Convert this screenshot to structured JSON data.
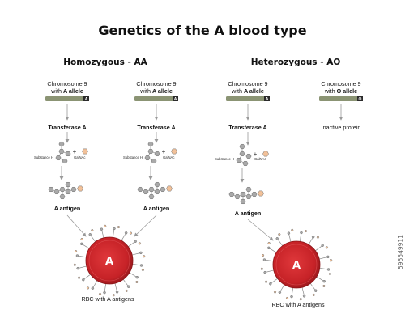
{
  "title": "Genetics of the A blood type",
  "sections": {
    "left": "Homozygous - AA",
    "right": "Heterozygous - AO"
  },
  "columns": [
    {
      "chromosome": "Chromosome 9",
      "allele_prefix": "with ",
      "allele": "A allele",
      "allele_letter": "A",
      "product": "Transferase A",
      "substance": "Substance H",
      "sugar": "GalNAc",
      "antigen": "A antigen"
    },
    {
      "chromosome": "Chromosome 9",
      "allele_prefix": "with ",
      "allele": "A allele",
      "allele_letter": "A",
      "product": "Transferase A",
      "substance": "Substance H",
      "sugar": "GalNAc",
      "antigen": "A antigen"
    },
    {
      "chromosome": "Chromosome 9",
      "allele_prefix": "with ",
      "allele": "A allele",
      "allele_letter": "A",
      "product": "Transferase A",
      "substance": "Substance H",
      "sugar": "GalNAc",
      "antigen": "A antigen"
    },
    {
      "chromosome": "Chromosome 9",
      "allele_prefix": "with ",
      "allele": "O allele",
      "allele_letter": "O",
      "product": "Inactive protein"
    }
  ],
  "cells": [
    {
      "letter": "A",
      "caption": "RBC with A antigens"
    },
    {
      "letter": "A",
      "caption": "RBC with A antigens"
    }
  ],
  "plus_sign": "+",
  "watermark": "595549911",
  "colors": {
    "chromosome": "#8b9474",
    "hexagon_gray": "#a9a9a9",
    "hexagon_orange": "#f2c199",
    "cell": "#d42b2f",
    "arrow": "#999999"
  }
}
